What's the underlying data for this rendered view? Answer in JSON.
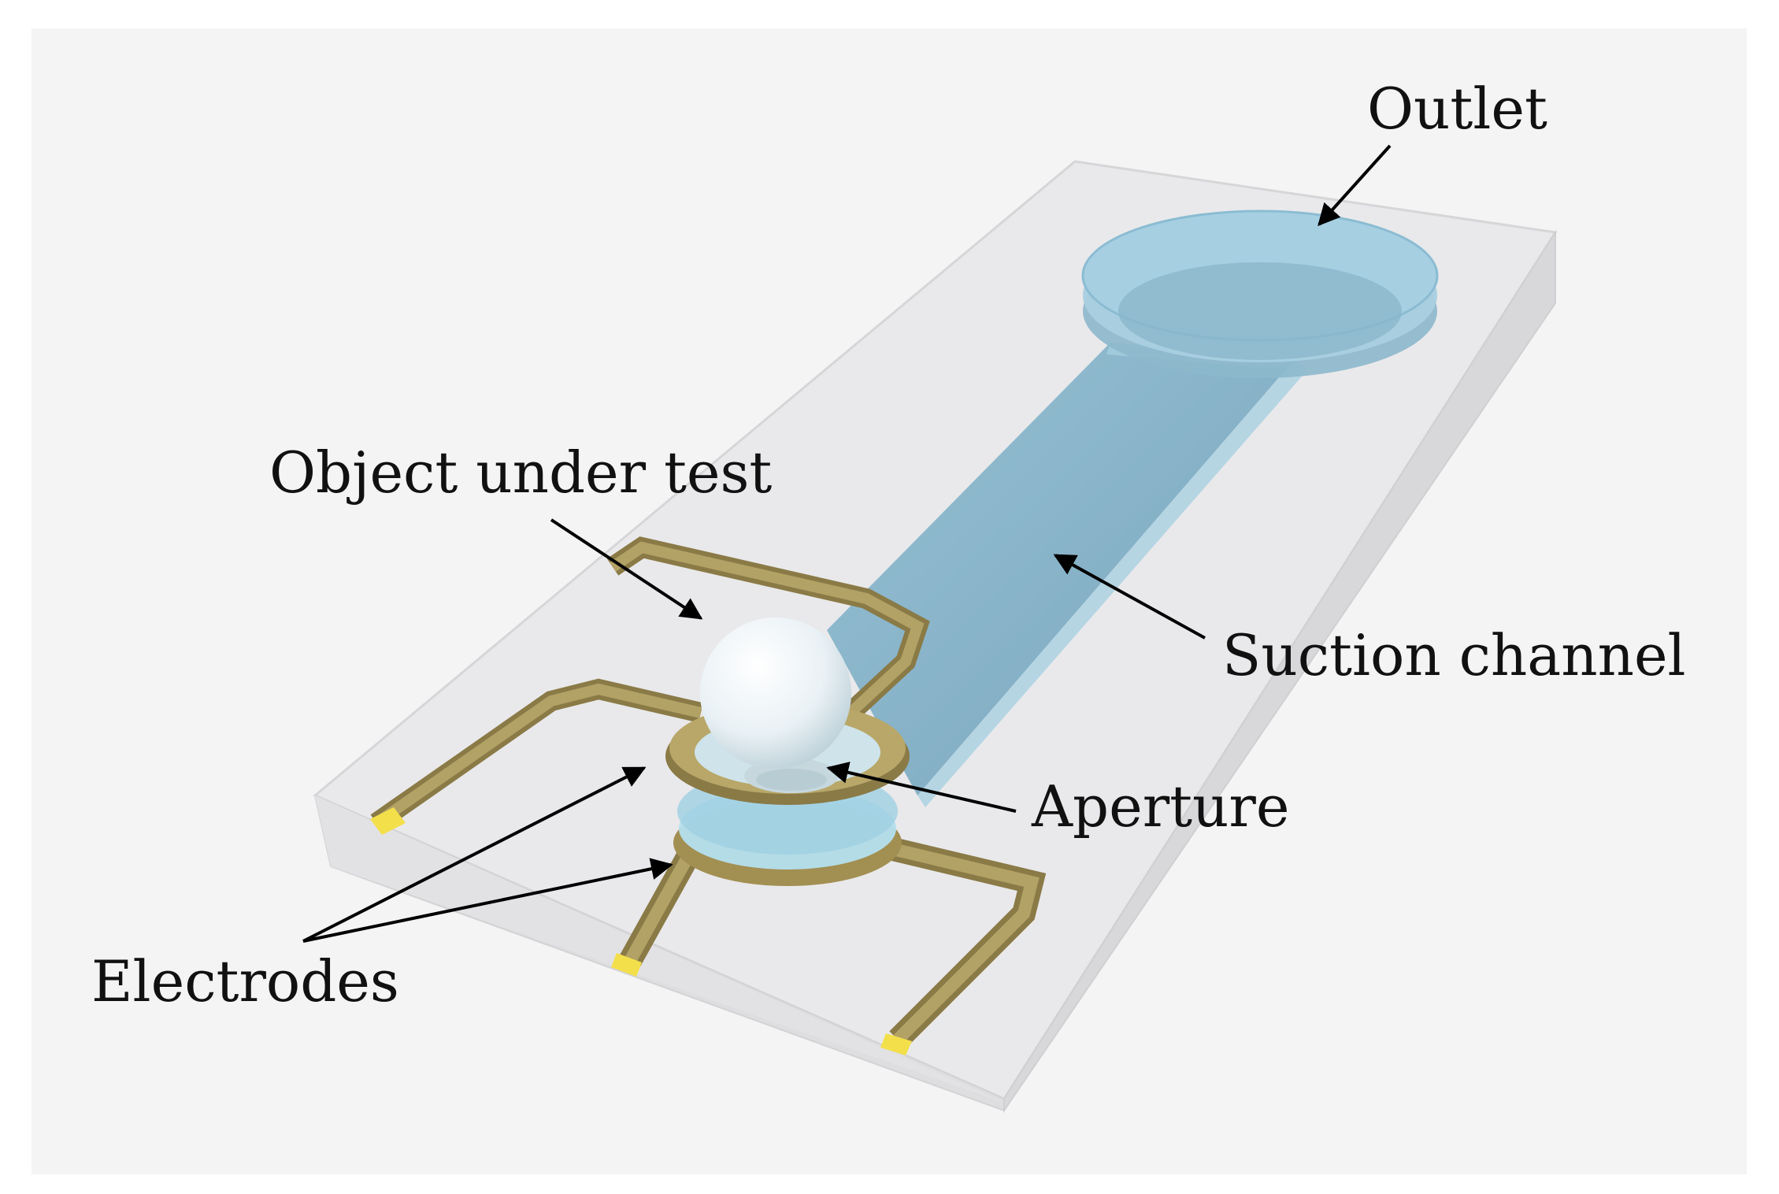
{
  "labels": {
    "outlet": "Outlet",
    "object_under_test": "Object under test",
    "suction_channel": "Suction channel",
    "aperture": "Aperture",
    "electrodes": "Electrodes"
  },
  "colors": {
    "background": "#f4f4f4",
    "chip_body": "#e6e6e8",
    "channel_fluid": "#7fb0c8",
    "electrode_gold": "#a0905a",
    "electrode_tip": "#f3df4a",
    "sphere": "#eef4f7",
    "arrow": "#000000"
  }
}
